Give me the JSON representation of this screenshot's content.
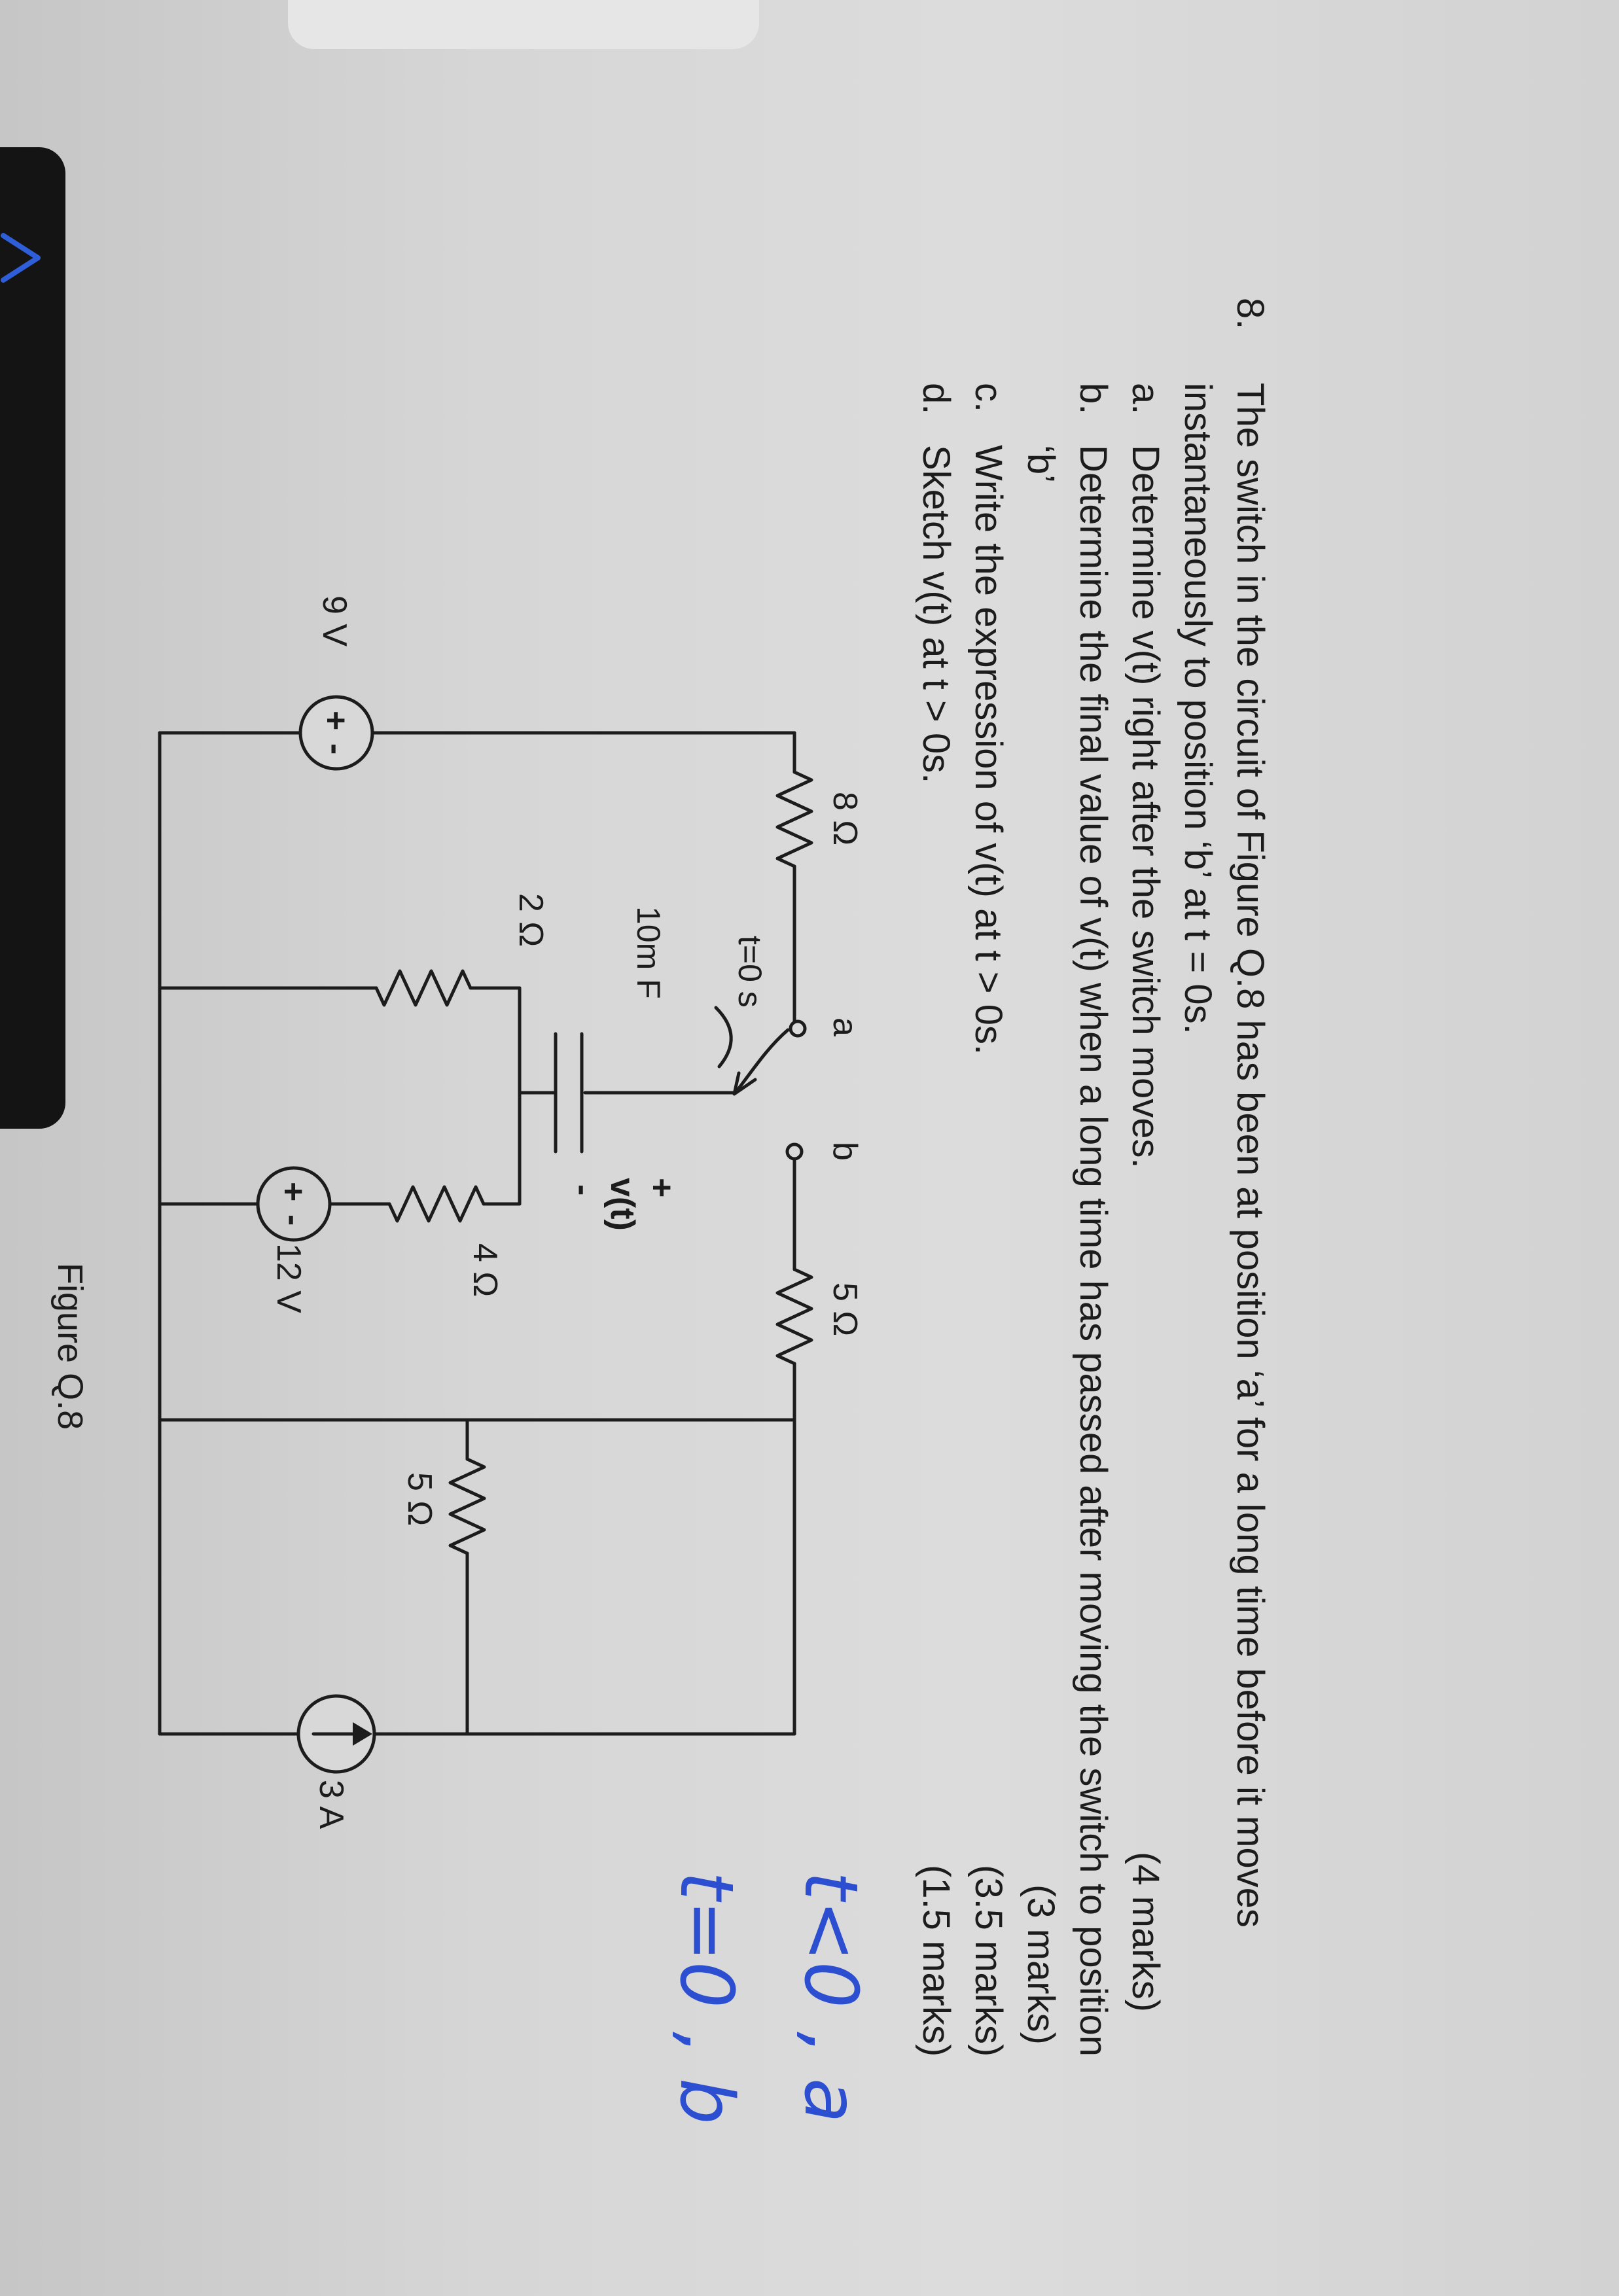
{
  "question": {
    "number": "8.",
    "stem_line1": "The switch in the circuit of Figure Q.8 has been at position ‘a’ for a long time before it moves",
    "stem_line2": "instantaneously to position ‘b’ at t = 0s.",
    "parts": [
      {
        "label": "a.",
        "text": "Determine v(t) right after the switch moves.",
        "marks": "(4 marks)"
      },
      {
        "label": "b.",
        "text": "Determine the final value of v(t) when a long time has passed after moving the switch to position",
        "text2": "‘b’",
        "marks": "(3 marks)"
      },
      {
        "label": "c.",
        "text": "Write the expression of v(t) at t > 0s.",
        "marks": "(3.5 marks)"
      },
      {
        "label": "d.",
        "text": "Sketch v(t) at t > 0s.",
        "marks": "(1.5 marks)"
      }
    ]
  },
  "handwriting": {
    "line1": "t<0 , a",
    "line2": "t=0 , b"
  },
  "circuit": {
    "r_8": "8 Ω",
    "r_5_top": "5 Ω",
    "r_2": "2 Ω",
    "r_4": "4 Ω",
    "r_5_mid": "5 Ω",
    "node_a": "a",
    "node_b": "b",
    "switch_label": "t=0 s",
    "capacitor": "10m F",
    "v_label": "v(t)",
    "plus": "+",
    "minus": "-",
    "source_9v": "9 V",
    "source_12v": "12 V",
    "current_source": "3 A",
    "figure_caption": "Figure Q.8"
  },
  "colors": {
    "ink": "#1c1c1c",
    "handwriting": "#2b4fd0"
  }
}
